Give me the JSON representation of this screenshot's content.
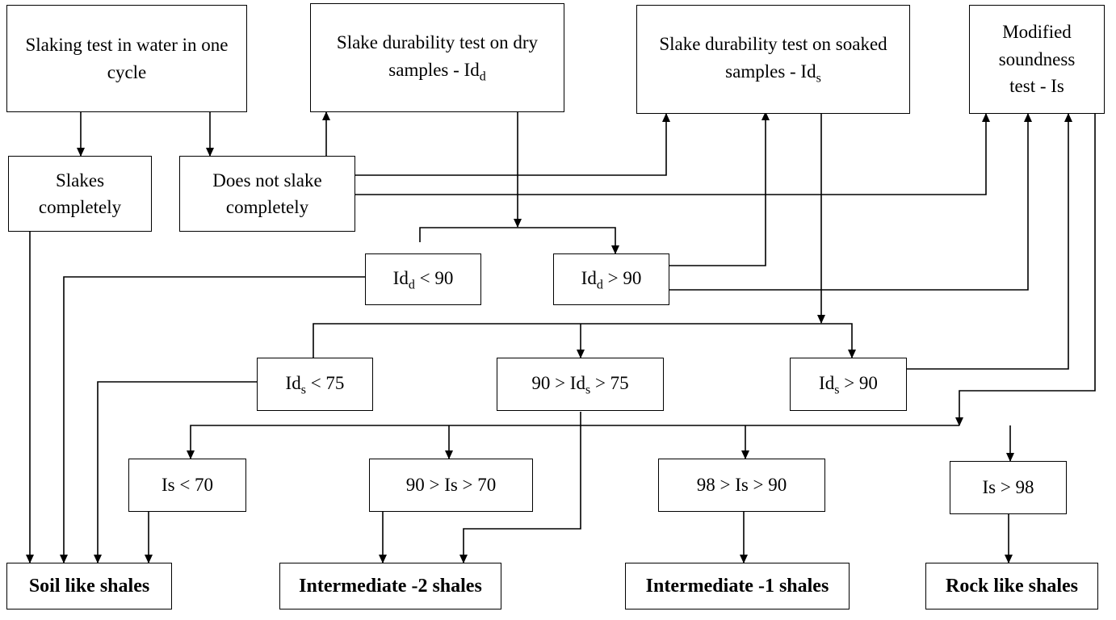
{
  "tests": {
    "slaking": "Slaking test in water in one cycle",
    "dry": {
      "text": "Slake durability test on dry samples - Id",
      "sub": "d"
    },
    "soaked": {
      "text": "Slake durability test on soaked samples - Id",
      "sub": "s"
    },
    "soundness": "Modified soundness test - Is"
  },
  "slaking_results": {
    "slakes": "Slakes completely",
    "not_slakes": "Does not slake completely"
  },
  "dry_results": {
    "low": {
      "pre": "Id",
      "sub": "d",
      "post": " < 90"
    },
    "high": {
      "pre": "Id",
      "sub": "d",
      "post": " > 90"
    }
  },
  "soaked_results": {
    "low": {
      "pre": "Id",
      "sub": "s",
      "post": " < 75"
    },
    "mid": {
      "pre": "90 > Id",
      "sub": "s",
      "post": " > 75"
    },
    "high": {
      "pre": "Id",
      "sub": "s",
      "post": " > 90"
    }
  },
  "is_results": {
    "lt70": "Is < 70",
    "r70_90": "90 > Is > 70",
    "r90_98": "98 > Is > 90",
    "gt98": "Is > 98"
  },
  "outcomes": {
    "soil": "Soil like shales",
    "int2": "Intermediate -2 shales",
    "int1": "Intermediate -1 shales",
    "rock": "Rock like shales"
  },
  "colors": {
    "line": "#000000",
    "background": "#ffffff"
  }
}
